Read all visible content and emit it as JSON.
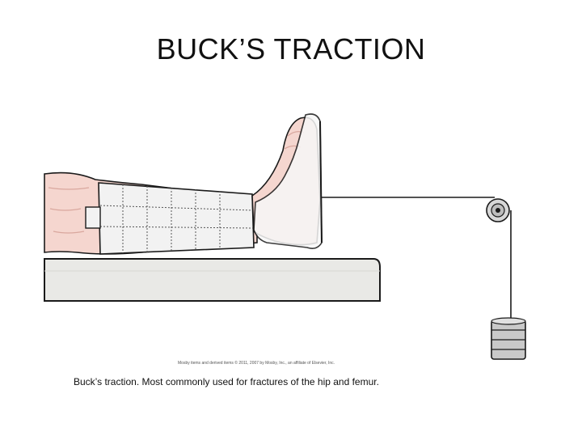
{
  "title": "BUCK’S TRACTION",
  "credit": "Mosby items and derived items © 2011, 2007 by Mosby, Inc., an affiliate of Elsevier, Inc.",
  "caption": "Buck’s traction. Most commonly used for fractures of the hip and femur.",
  "colors": {
    "skin": "#f5d6cf",
    "skin_shade": "#eab6ad",
    "bandage": "#f2f2f2",
    "boot": "#f7f7f7",
    "bed": "#e9e9e6",
    "outline": "#1a1a1a",
    "weight": "#c9c9c9"
  }
}
